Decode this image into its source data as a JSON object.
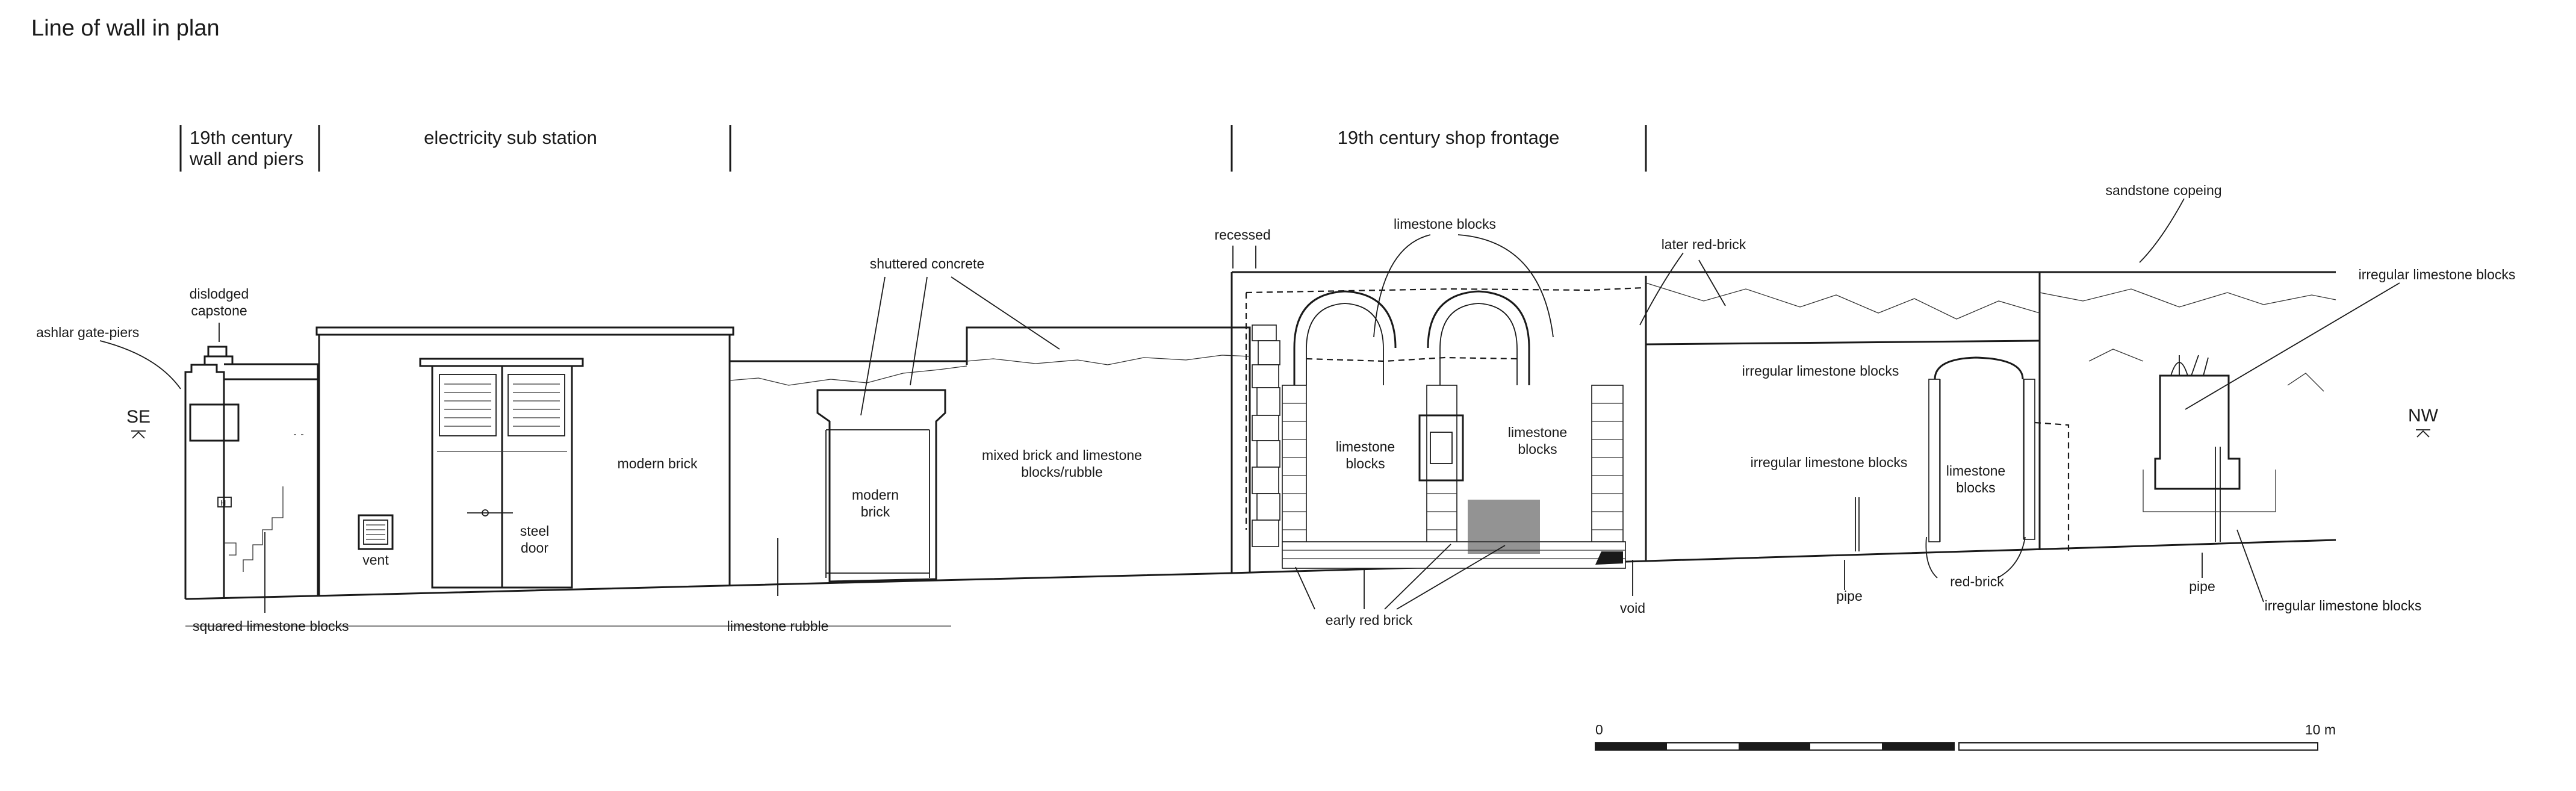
{
  "title": "Line of wall in plan",
  "zones": {
    "wall_piers": [
      "19th century",
      "wall and piers"
    ],
    "substation": "electricity sub station",
    "shop": "19th century shop frontage"
  },
  "directions": {
    "left": "SE",
    "right": "NW"
  },
  "labels": {
    "ashlar_gate_piers": "ashlar gate-piers",
    "dislodged_capstone": [
      "dislodged",
      "capstone"
    ],
    "squared_limestone": "squared limestone blocks",
    "vent": "vent",
    "steel_door": [
      "steel",
      "door"
    ],
    "modern_brick_1": "modern brick",
    "limestone_rubble": "limestone rubble",
    "shuttered_concrete": "shuttered concrete",
    "modern_brick_2": [
      "modern",
      "brick"
    ],
    "mixed": [
      "mixed brick and limestone",
      "blocks/rubble"
    ],
    "recessed": "recessed",
    "limestone_blocks_top": "limestone blocks",
    "limestone_blocks_a": [
      "limestone",
      "blocks"
    ],
    "limestone_blocks_b": [
      "limestone",
      "blocks"
    ],
    "early_red_brick": "early red brick",
    "later_red_brick": "later red-brick",
    "void": "void",
    "irregular_1": "irregular limestone blocks",
    "irregular_2": "irregular limestone blocks",
    "pipe_1": "pipe",
    "limestone_blocks_c": [
      "limestone",
      "blocks"
    ],
    "red_brick": "red-brick",
    "sandstone": "sandstone copeing",
    "irregular_right": "irregular limestone blocks",
    "pipe_2": "pipe",
    "irregular_bottom": "irregular limestone blocks"
  },
  "scale": {
    "start": "0",
    "end": "10 m"
  }
}
